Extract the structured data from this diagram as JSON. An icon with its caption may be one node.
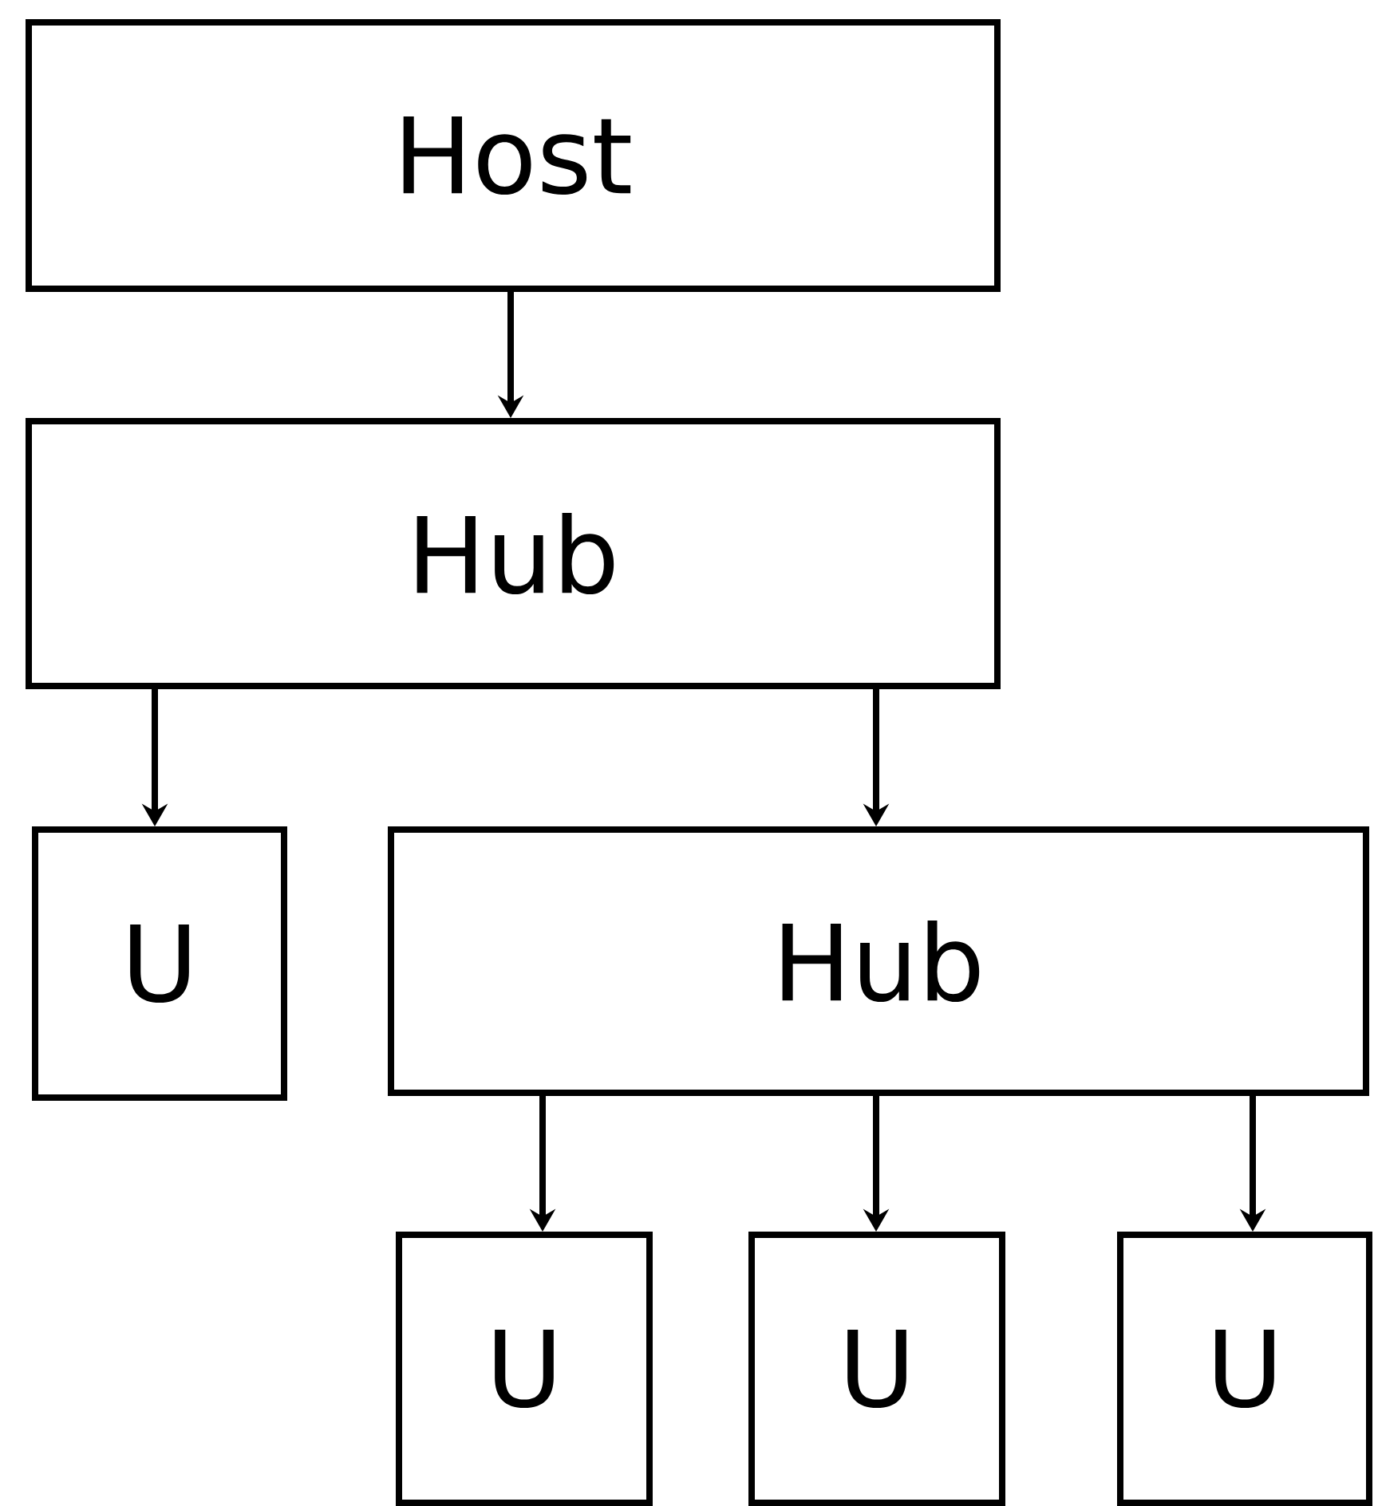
{
  "diagram": {
    "nodes": [
      {
        "text": [
          "Host"
        ]
      },
      {
        "text": [
          "Hub"
        ]
      },
      {
        "text": [
          "U"
        ]
      },
      {
        "text": [
          "Hub"
        ]
      },
      {
        "text": [
          "U"
        ]
      },
      {
        "text": [
          "U"
        ]
      },
      {
        "text": [
          "U"
        ]
      }
    ],
    "edges": [
      {
        "from": 0,
        "to": 1,
        "arrow": "to"
      },
      {
        "from": 1,
        "to": 2,
        "arrow": "to"
      },
      {
        "from": 1,
        "to": 3,
        "arrow": "to"
      },
      {
        "from": 3,
        "to": 4,
        "arrow": "to"
      },
      {
        "from": 3,
        "to": 5,
        "arrow": "to"
      },
      {
        "from": 3,
        "to": 6,
        "arrow": "to"
      }
    ]
  }
}
